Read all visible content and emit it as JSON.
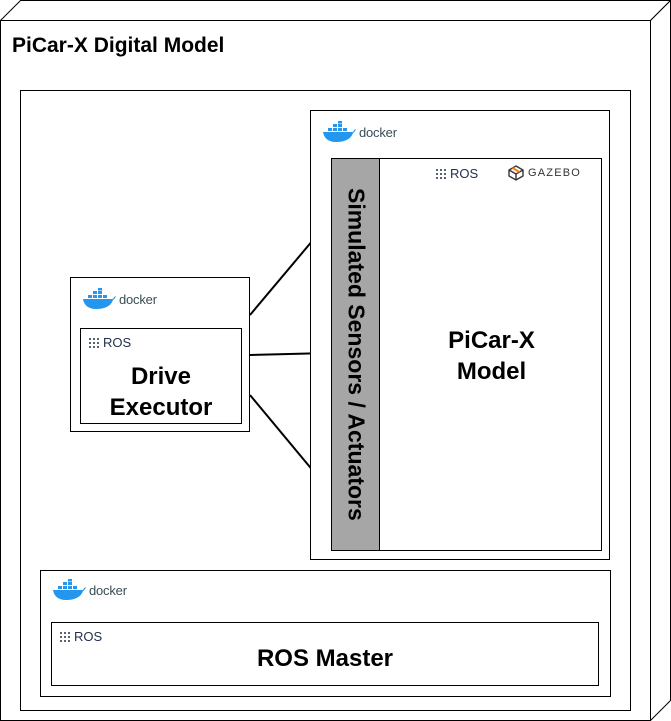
{
  "diagram": {
    "title": "PiCar-X Digital Model",
    "drive_container": {
      "docker_label": "docker",
      "ros_label": "ROS",
      "node_line1": "Drive",
      "node_line2": "Executor"
    },
    "sim_container": {
      "docker_label": "docker",
      "ros_label": "ROS",
      "gazebo_label": "GAZEBO",
      "sensor_bar_label": "Simulated Sensors / Actuators",
      "model_line1": "PiCar-X",
      "model_line2": "Model"
    },
    "master_container": {
      "docker_label": "docker",
      "ros_label": "ROS",
      "node_label": "ROS Master"
    },
    "colors": {
      "docker_blue": "#2496ed",
      "sensor_bar_fill": "#a6a6a6",
      "gazebo_orange": "#f58113"
    }
  }
}
